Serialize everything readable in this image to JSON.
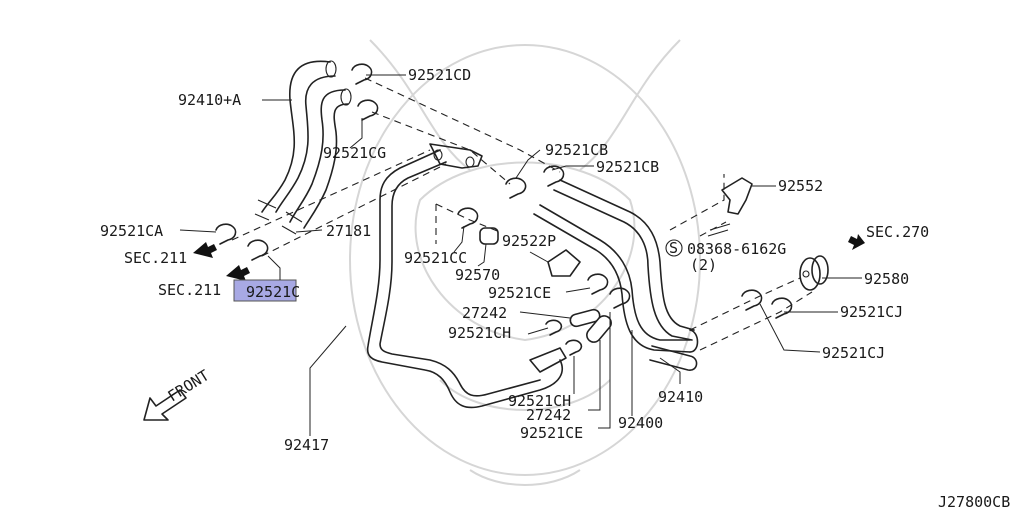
{
  "diagram": {
    "accent_color": "#a8a9e4",
    "labels": {
      "p92521cd": "92521CD",
      "p92410a": "92410+A",
      "p92521cg": "92521CG",
      "p92521cb1": "92521CB",
      "p92521cb2": "92521CB",
      "p92552": "92552",
      "p92521ca": "92521CA",
      "p27181": "27181",
      "sec211a": "SEC.211",
      "sec211b": "SEC.211",
      "p92521c": "92521C",
      "p92521cc": "92521CC",
      "p92570": "92570",
      "p92522p": "92522P",
      "bolt_no": "08368-6162G",
      "bolt_circle": "S",
      "bolt_qty": "(2)",
      "sec270": "SEC.270",
      "p92580": "92580",
      "p92521ce1": "92521CE",
      "p27242a": "27242",
      "p92521ch1": "92521CH",
      "p92521cj1": "92521CJ",
      "p92521cj2": "92521CJ",
      "p92410": "92410",
      "p92417": "92417",
      "p92521ch2": "92521CH",
      "p27242b": "27242",
      "p92400": "92400",
      "p92521ce2": "92521CE",
      "front": "FRONT",
      "code": "J27800CB"
    }
  }
}
